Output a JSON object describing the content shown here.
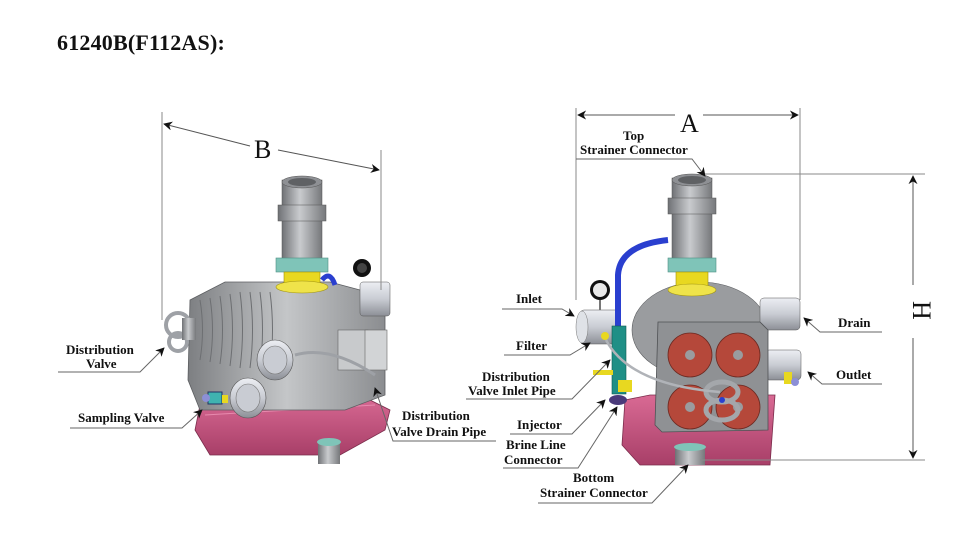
{
  "title": "61240B(F112AS):",
  "dimensions": {
    "width_side": "B",
    "width_front": "A",
    "height": "H"
  },
  "left_view": {
    "labels": {
      "distribution_valve": [
        "Distribution",
        "Valve"
      ],
      "sampling_valve": "Sampling Valve",
      "distribution_valve_drain_pipe": [
        "Distribution",
        "Valve Drain Pipe"
      ]
    }
  },
  "right_view": {
    "labels": {
      "top_strainer_connector": [
        "Top",
        "Strainer Connector"
      ],
      "inlet": "Inlet",
      "filter": "Filter",
      "distribution_valve_inlet_pipe": [
        "Distribution",
        "Valve Inlet Pipe"
      ],
      "injector": "Injector",
      "brine_line_connector": [
        "Brine Line",
        "Connector"
      ],
      "bottom_strainer_connector": [
        "Bottom",
        "Strainer Connector"
      ],
      "drain": "Drain",
      "outlet": "Outlet"
    }
  },
  "colors": {
    "body_gray": "#a9abad",
    "base_pink": "#c9507e",
    "collar_yellow": "#e8d820",
    "ring_teal": "#7fc4b8",
    "disc_red": "#b5483a",
    "hose_blue": "#2a3fcf"
  }
}
